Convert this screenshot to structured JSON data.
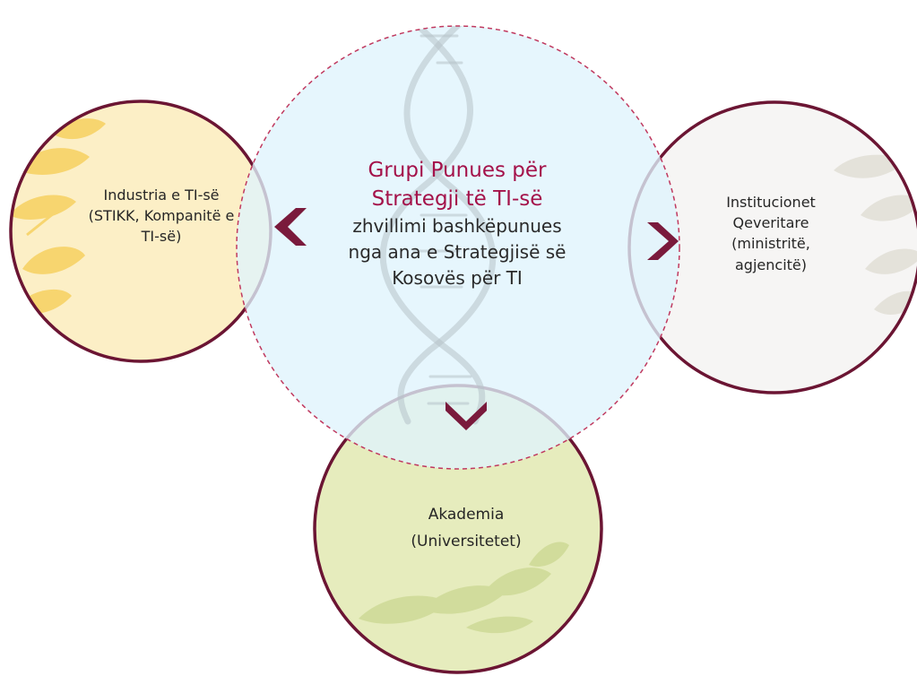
{
  "center": {
    "title_lines": [
      "Grupi Punues për",
      "Strategji të  TI-së"
    ],
    "description_lines": [
      "zhvillimi bashkëpunues",
      "nga ana e Strategjisë së",
      "Kosovës për TI"
    ]
  },
  "nodes": {
    "industry": {
      "lines": [
        "Industria e TI-së",
        "(STIKK, Kompanitë e",
        "TI-së)"
      ]
    },
    "government": {
      "lines": [
        "Institucionet",
        "Qeveritare",
        "(ministritë,",
        "agjencitë)"
      ]
    },
    "academia": {
      "lines": [
        "Akademia",
        "(Universitetet)"
      ]
    }
  },
  "icons": {
    "to_industry": "chevron-left-icon",
    "to_government": "chevron-right-icon",
    "to_academia": "chevron-down-icon",
    "dna": "dna-helix-icon",
    "leaves": "leaf-decoration-icon"
  },
  "colors": {
    "accent": "#7a1a3c",
    "title": "#a4124a",
    "center_fill": "#dff3fc",
    "industry_fill": "#fcefc6",
    "academia_fill": "#e6ecbd",
    "government_fill": "#f5f4f3",
    "center_border": "#c0395f"
  }
}
